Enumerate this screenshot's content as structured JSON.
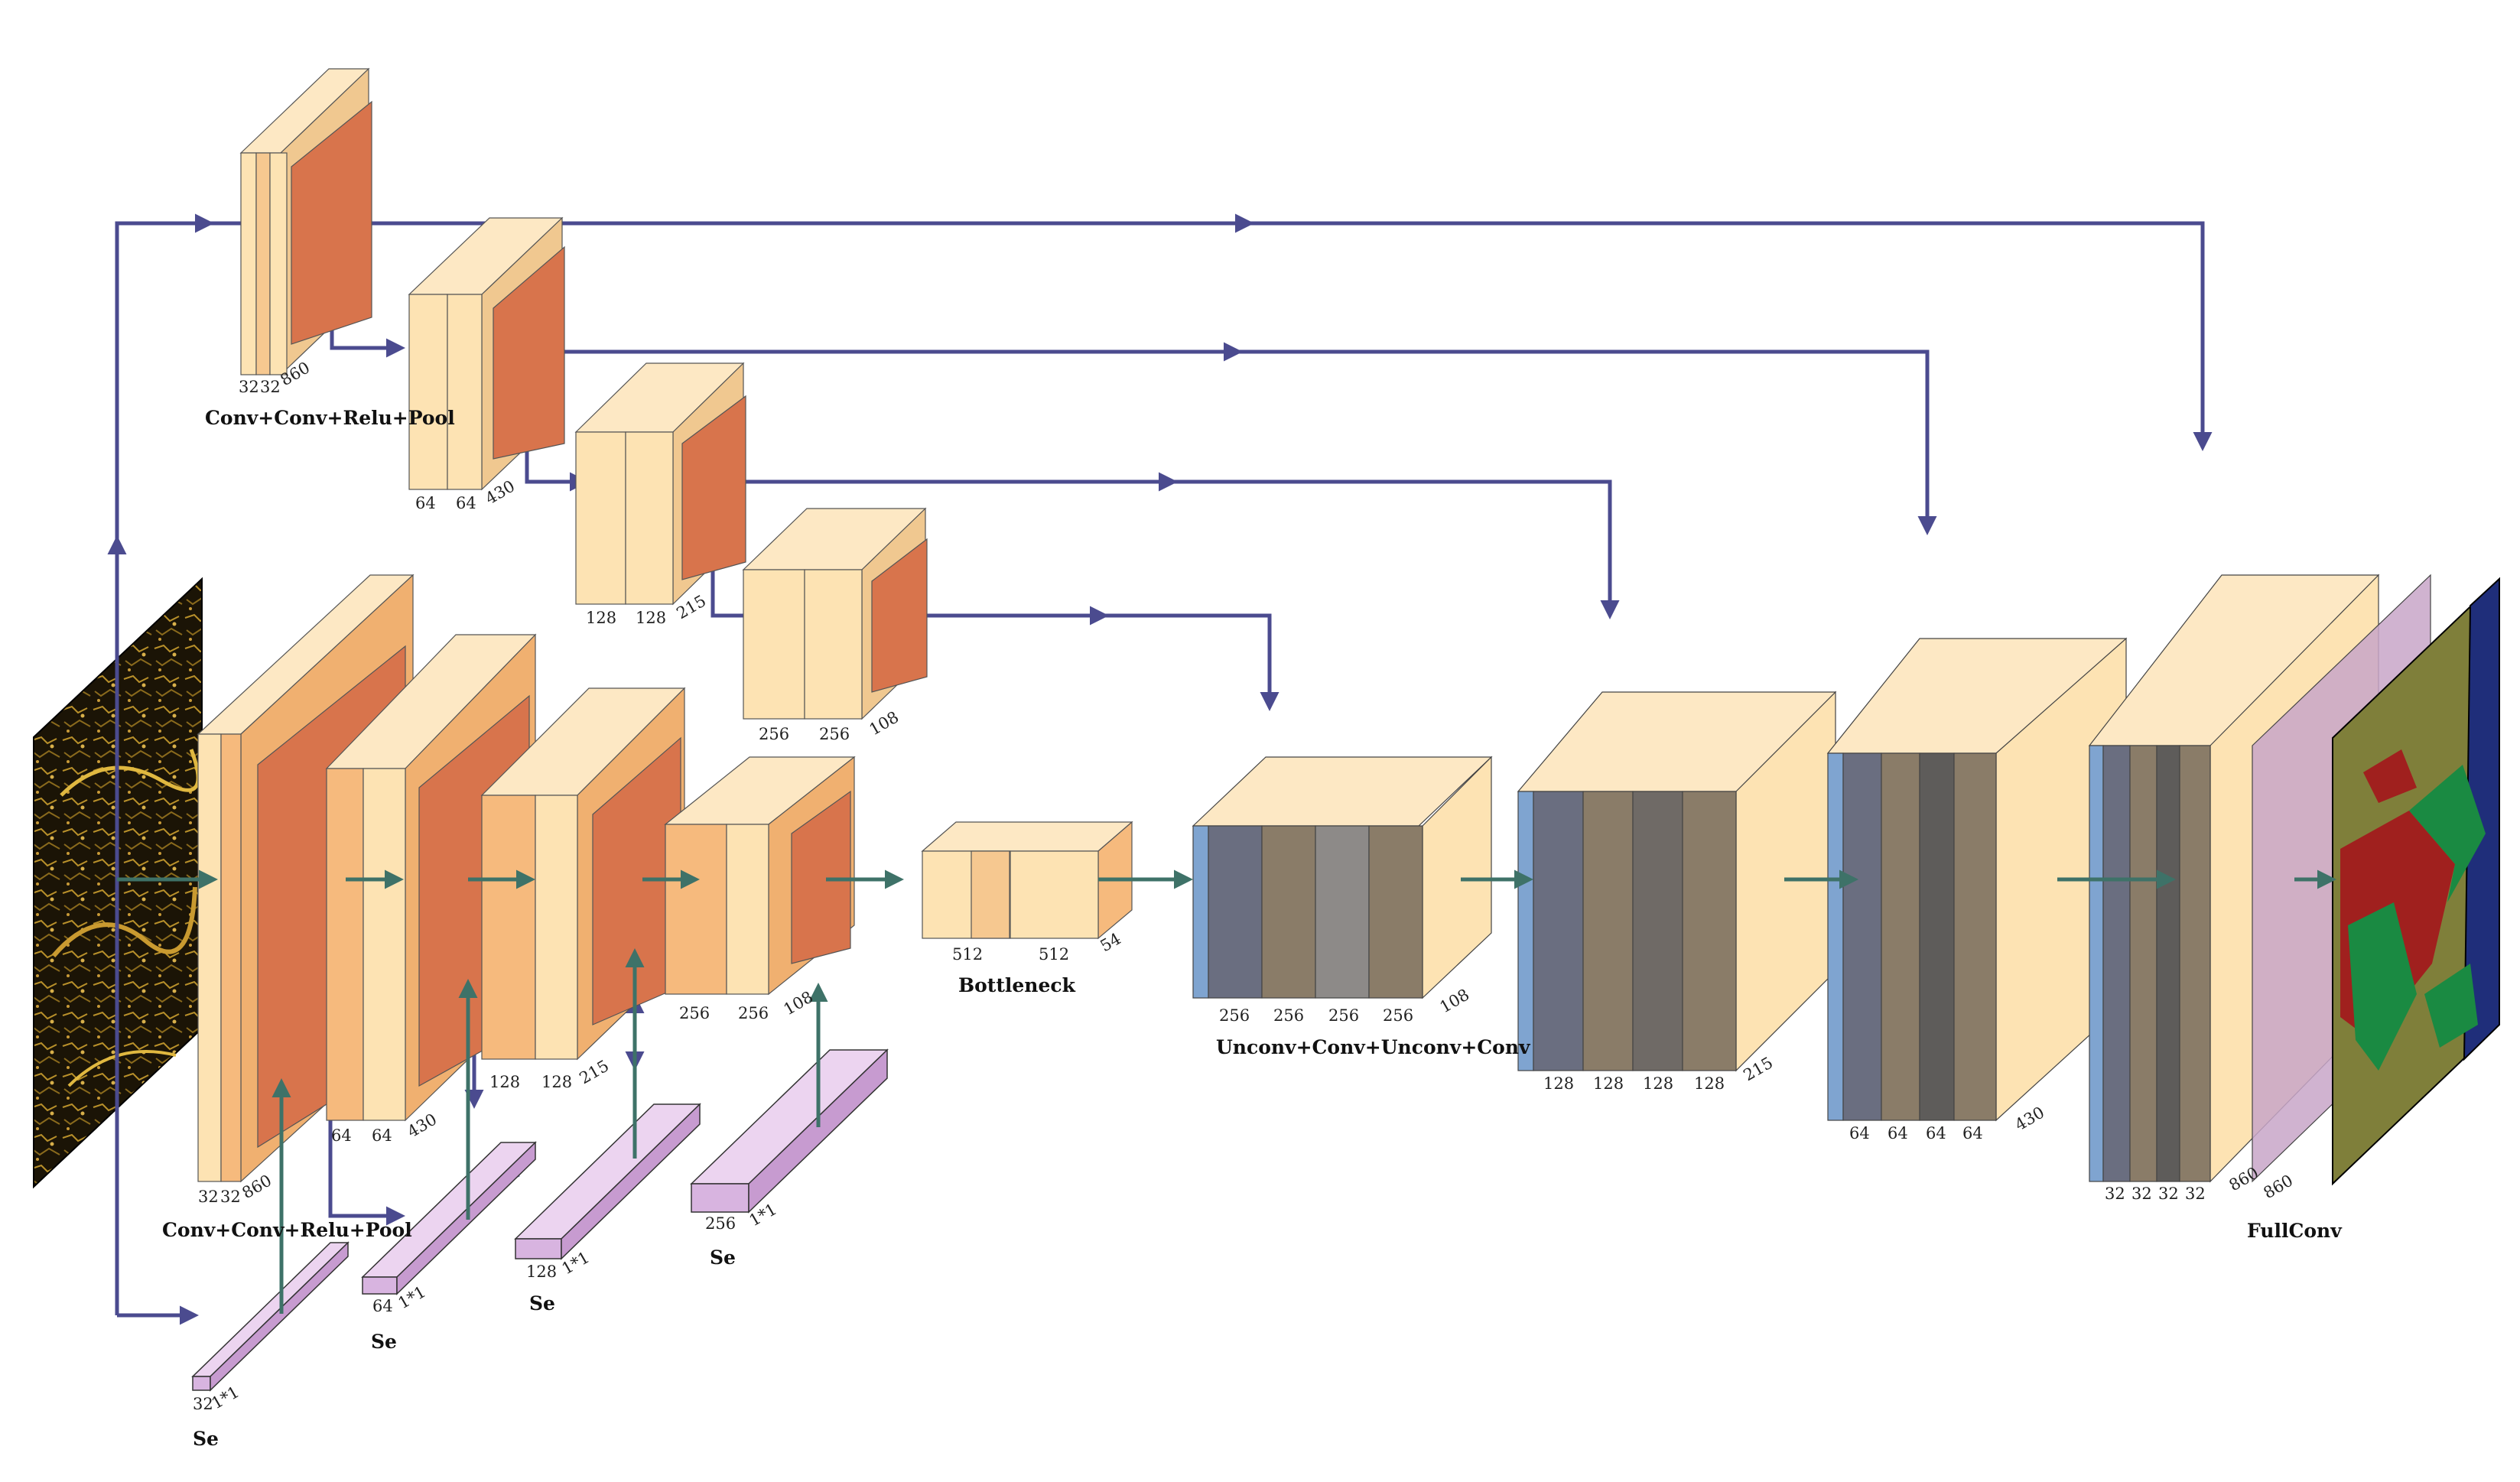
{
  "colors": {
    "conv": "#fde3b3",
    "conv_relu": "#f6ba7d",
    "pool": "#d8744c",
    "unconv": "#8a7c68",
    "unconv_edge": "#6b8fbf",
    "se": "#d8b4e0",
    "fullconv": "#c8a6c8",
    "arrow_skip": "#4b4b8f",
    "arrow_flow": "#3e7268"
  },
  "captions": {
    "enc_top": "Conv+Conv+Relu+Pool",
    "enc_bottom": "Conv+Conv+Relu+Pool",
    "bottleneck": "Bottleneck",
    "decoder": "Unconv+Conv+Unconv+Conv",
    "fullconv": "FullConv",
    "se1": "Se",
    "se2": "Se",
    "se3": "Se",
    "se4": "Se"
  },
  "blocks": {
    "top1": [
      "32",
      "32",
      "860"
    ],
    "top2": [
      "64",
      "64",
      "430"
    ],
    "top3": [
      "128",
      "128",
      "215"
    ],
    "top4": [
      "256",
      "256",
      "108"
    ],
    "bot1": [
      "32",
      "32",
      "860"
    ],
    "bot2": [
      "64",
      "64",
      "430"
    ],
    "bot3": [
      "128",
      "128",
      "215"
    ],
    "bot4": [
      "256",
      "256",
      "108"
    ],
    "bottleneck": [
      "512",
      "512",
      "54"
    ],
    "dec1": [
      "256",
      "256",
      "256",
      "256",
      "108"
    ],
    "dec2": [
      "128",
      "128",
      "128",
      "128",
      "215"
    ],
    "dec3": [
      "64",
      "64",
      "64",
      "64",
      "430"
    ],
    "dec4": [
      "32",
      "32",
      "32",
      "32",
      "860",
      "860"
    ]
  },
  "se_blocks": {
    "se1": [
      "32",
      "1*1"
    ],
    "se2": [
      "64",
      "1*1"
    ],
    "se3": [
      "128",
      "1*1"
    ],
    "se4": [
      "256",
      "1*1"
    ]
  },
  "images": {
    "input": "satellite-input-image",
    "output": "segmentation-output-map"
  }
}
